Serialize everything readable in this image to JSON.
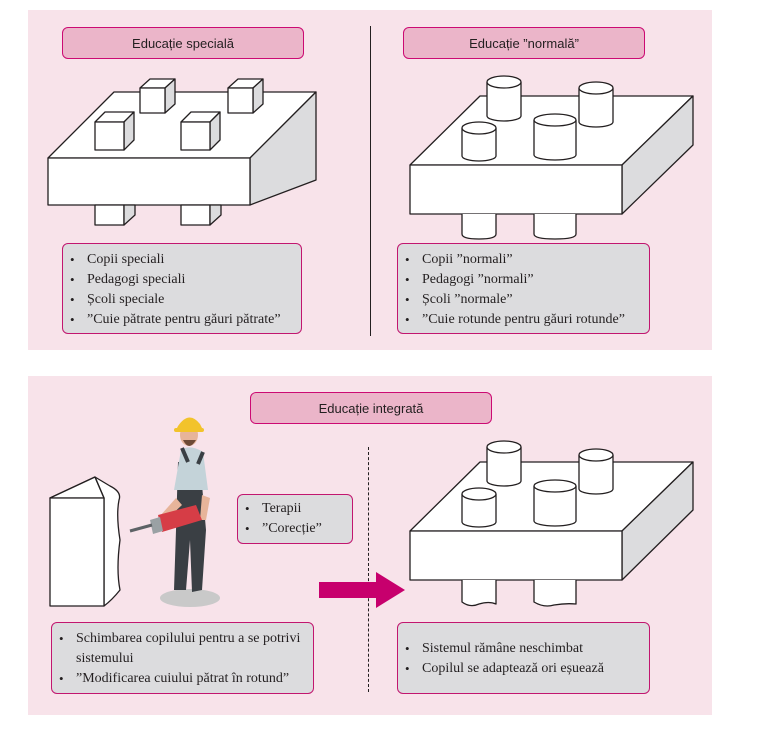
{
  "top": {
    "special": {
      "title": "Educație specială",
      "items": [
        "Copii speciali",
        "Pedagogi speciali",
        "Școli speciale",
        "”Cuie pătrate pentru găuri pătrate”"
      ]
    },
    "normal": {
      "title": "Educație ”normală”",
      "items": [
        "Copii ”normali”",
        "Pedagogi ”normali”",
        "Școli ”normale”",
        "”Cuie rotunde pentru găuri rotunde”"
      ]
    }
  },
  "bottom": {
    "title": "Educație integrată",
    "therapy_items": [
      "Terapii",
      "”Corecție”"
    ],
    "left_items": [
      "Schimbarea copilului pentru a se potrivi sistemului",
      "”Modificarea cuiului pătrat în rotund”"
    ],
    "right_items": [
      "Sistemul rămâne neschimbat",
      "Copilul se adaptează ori eșuează"
    ]
  },
  "colors": {
    "panel": "#f8e3ea",
    "pill": "#ebb5c9",
    "accent": "#cc0a73",
    "box": "#dcdcde"
  }
}
